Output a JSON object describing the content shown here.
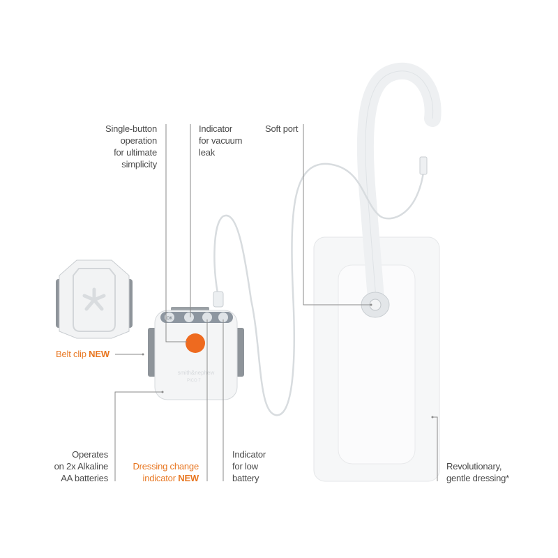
{
  "labels": {
    "single_button": "Single-button\noperation\nfor ultimate\nsimplicity",
    "vacuum_leak": "Indicator\nfor vacuum\nleak",
    "soft_port": "Soft port",
    "belt_clip": "Belt clip",
    "belt_clip_badge": "NEW",
    "batteries": "Operates\non 2x Alkaline\nAA batteries",
    "dressing_change": "Dressing change\nindicator",
    "dressing_change_badge": "NEW",
    "low_battery": "Indicator\nfor low\nbattery",
    "dressing": "Revolutionary,\ngentle dressing*"
  },
  "device": {
    "brand": "smith&nephew",
    "model": "PICO 7",
    "ok_label": "OK"
  },
  "colors": {
    "accent": "#e87722",
    "text": "#4a4a4a",
    "line": "#8a8a8a"
  }
}
